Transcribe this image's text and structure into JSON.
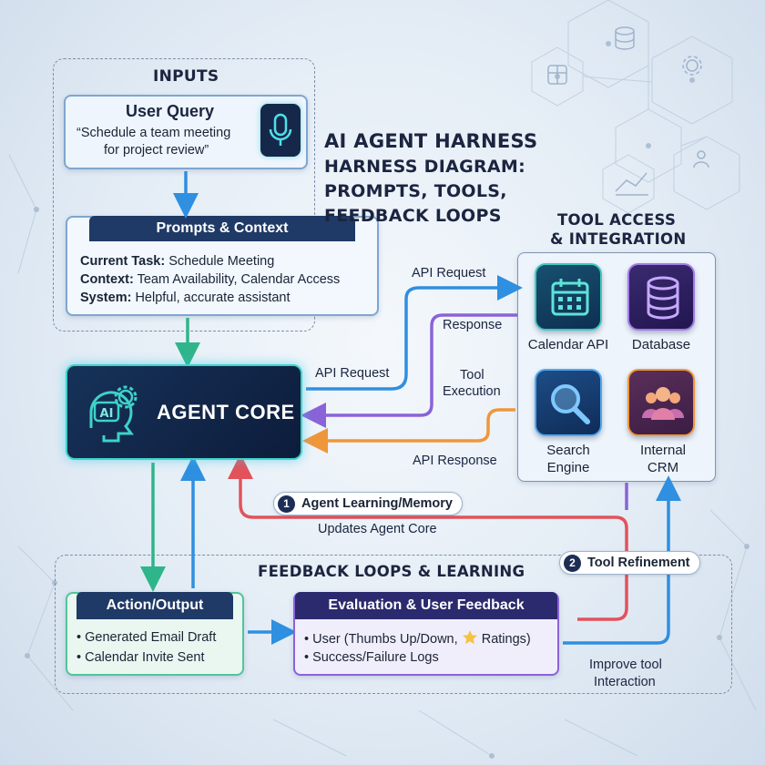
{
  "title": {
    "line1": "AI AGENT HARNESS",
    "line2": "HARNESS DIAGRAM:",
    "line3": "PROMPTS, TOOLS,",
    "line4": "FEEDBACK LOOPS"
  },
  "inputs": {
    "title": "INPUTS",
    "user_query": {
      "title": "User Query",
      "text_line1": "“Schedule a team meeting",
      "text_line2": "for project review”",
      "icon": "microphone-icon"
    },
    "prompts": {
      "header": "Prompts & Context",
      "rows": [
        {
          "key": "Current Task:",
          "value": "Schedule Meeting"
        },
        {
          "key": "Context:",
          "value": "Team Availability, Calendar Access"
        },
        {
          "key": "System:",
          "value": "Helpful, accurate assistant"
        }
      ]
    }
  },
  "agent_core": {
    "label": "AGENT CORE",
    "icon_text": "AI",
    "icon": "ai-head-gear-icon"
  },
  "tools": {
    "title_line1": "TOOL ACCESS",
    "title_line2": "& INTEGRATION",
    "items": [
      {
        "label_line1": "Calendar API",
        "label_line2": "",
        "icon": "calendar-icon"
      },
      {
        "label_line1": "Database",
        "label_line2": "",
        "icon": "database-icon"
      },
      {
        "label_line1": "Search",
        "label_line2": "Engine",
        "icon": "magnifier-icon"
      },
      {
        "label_line1": "Internal",
        "label_line2": "CRM",
        "icon": "people-icon"
      }
    ]
  },
  "flow_labels": {
    "api_request_top": "API Request",
    "response": "Response",
    "api_request_mid": "API Request",
    "tool_execution_line1": "Tool",
    "tool_execution_line2": "Execution",
    "api_response": "API Response",
    "updates_agent_core": "Updates Agent Core",
    "improve_line1": "Improve tool",
    "improve_line2": "Interaction"
  },
  "badges": {
    "learning": {
      "num": "1",
      "label": "Agent Learning/Memory"
    },
    "refinement": {
      "num": "2",
      "label": "Tool Refinement"
    }
  },
  "feedback": {
    "title": "FEEDBACK LOOPS & LEARNING",
    "action": {
      "header": "Action/Output",
      "items": [
        "• Generated Email Draft",
        "• Calendar Invite Sent"
      ]
    },
    "evaluation": {
      "header": "Evaluation & User Feedback",
      "item1_prefix": "• User (Thumbs Up/Down,",
      "item1_suffix": "Ratings)",
      "item2": "• Success/Failure Logs",
      "icon": "star-icon"
    }
  },
  "colors": {
    "blue": "#2f8fe0",
    "green": "#2fb58a",
    "purple": "#8a63d8",
    "orange": "#f0963a",
    "red": "#e3525a",
    "navy": "#13213f"
  }
}
